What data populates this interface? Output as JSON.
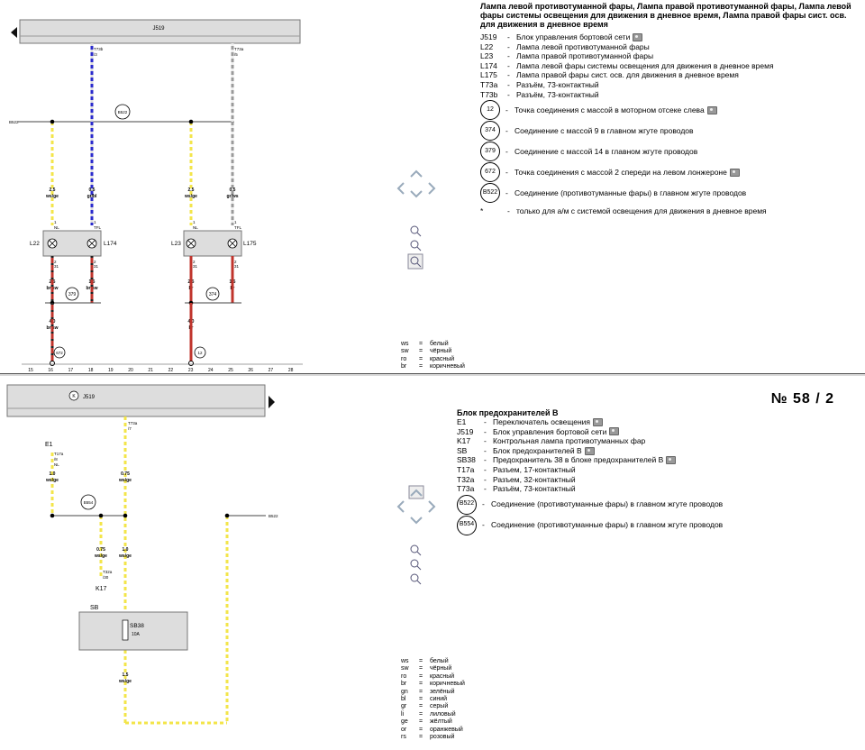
{
  "top": {
    "title": "Лампа левой противотуманной фары, Лампа правой противотуманной фары, Лампа левой фары системы освещения для движения в дневное время, Лампа правой фары сист. осв. для движения в дневное время",
    "unit_label": "J519",
    "legend": [
      {
        "code": "J519",
        "text": "Блок управления бортовой сети",
        "cam": true
      },
      {
        "code": "L22",
        "text": "Лампа левой противотуманной фары"
      },
      {
        "code": "L23",
        "text": "Лампа правой противотуманной фары"
      },
      {
        "code": "L174",
        "text": "Лампа левой фары системы освещения для движения в дневное время"
      },
      {
        "code": "L175",
        "text": "Лампа правой фары сист. осв. для движения в дневное время"
      },
      {
        "code": "T73a",
        "text": "Разъём, 73-контактный"
      },
      {
        "code": "T73b",
        "text": "Разъём, 73-контактный"
      }
    ],
    "circles": [
      {
        "code": "12",
        "text": "Точка соединения с массой в моторном отсеке слева",
        "cam": true
      },
      {
        "code": "374",
        "text": "Соединение с массой 9 в главном жгуте проводов"
      },
      {
        "code": "379",
        "text": "Соединение с массой 14 в главном жгуте проводов"
      },
      {
        "code": "672",
        "text": "Точка соединения с массой 2 спереди на левом лонжероне",
        "cam": true
      },
      {
        "code": "B522",
        "text": "Соединение (противотуманные фары) в главном жгуте проводов"
      }
    ],
    "note": {
      "mark": "*",
      "text": "только для а/м с системой освещения для движения в дневное время"
    },
    "colors": [
      {
        "k": "ws",
        "v": "белый"
      },
      {
        "k": "sw",
        "v": "чёрный"
      },
      {
        "k": "ro",
        "v": "красный"
      },
      {
        "k": "br",
        "v": "коричневый"
      }
    ],
    "wires": [
      {
        "gauge": "2.5",
        "color": "ws/ge"
      },
      {
        "gauge": "0.5",
        "color": "gr/bl"
      },
      {
        "gauge": "2.5",
        "color": "ws/ge"
      },
      {
        "gauge": "0.5",
        "color": "gr/ws"
      },
      {
        "gauge": "2.5",
        "color": "br/sw"
      },
      {
        "gauge": "1.5",
        "color": "br/sw"
      },
      {
        "gauge": "2.5",
        "color": "br"
      },
      {
        "gauge": "1.5",
        "color": "br"
      },
      {
        "gauge": "4.0",
        "color": "br/sw"
      },
      {
        "gauge": "4.0",
        "color": "br"
      }
    ],
    "pins": {
      "t73b": "T73b",
      "t73b_n": "/3",
      "t73a": "T73a",
      "t73a_n": "/5",
      "nl": "NL",
      "tfl": "TFL",
      "p1": "1",
      "p2": "2",
      "p31": "31",
      "b522": "B522"
    },
    "comps": {
      "l22": "L22",
      "l174": "L174",
      "l23": "L23",
      "l175": "L175",
      "c379": "379",
      "c374": "374",
      "c672": "672",
      "c12": "12"
    },
    "ruler": [
      "15",
      "16",
      "17",
      "18",
      "19",
      "20",
      "21",
      "22",
      "23",
      "24",
      "25",
      "26",
      "27",
      "28"
    ]
  },
  "bottom": {
    "page_number": "№ 58 / 2",
    "unit_label": "J519",
    "unit_k": "K",
    "title": "Блок предохранителей B",
    "legend": [
      {
        "code": "E1",
        "text": "Переключатель освещения",
        "cam": true
      },
      {
        "code": "J519",
        "text": "Блок управления бортовой сети",
        "cam": true
      },
      {
        "code": "K17",
        "text": "Контрольная лампа противотуманных фар"
      },
      {
        "code": "SB",
        "text": "Блок предохранителей B",
        "cam": true
      },
      {
        "code": "SB38",
        "text": "Предохранитель 38 в блоке предохранителей B",
        "cam": true
      },
      {
        "code": "T17a",
        "text": "Разъем, 17-контактный"
      },
      {
        "code": "T32a",
        "text": "Разъем, 32-контактный"
      },
      {
        "code": "T73a",
        "text": "Разъём, 73-контактный"
      }
    ],
    "circles": [
      {
        "code": "B522",
        "text": "Соединение (противотуманные фары) в главном жгуте проводов"
      },
      {
        "code": "B554",
        "text": "Соединение (противотуманные фары) в главном жгуте проводов"
      }
    ],
    "colors": [
      {
        "k": "ws",
        "v": "белый"
      },
      {
        "k": "sw",
        "v": "чёрный"
      },
      {
        "k": "ro",
        "v": "красный"
      },
      {
        "k": "br",
        "v": "коричневый"
      },
      {
        "k": "gn",
        "v": "зелёный"
      },
      {
        "k": "bl",
        "v": "синий"
      },
      {
        "k": "gr",
        "v": "серый"
      },
      {
        "k": "li",
        "v": "лиловый"
      },
      {
        "k": "ge",
        "v": "жёлтый"
      },
      {
        "k": "or",
        "v": "оранжевый"
      },
      {
        "k": "rs",
        "v": "розовый"
      }
    ],
    "wires": [
      {
        "gauge": "1.0",
        "color": "ws/ge"
      },
      {
        "gauge": "0.75",
        "color": "ws/ge"
      },
      {
        "gauge": "0.75",
        "color": "ws/ge"
      },
      {
        "gauge": "1.0",
        "color": "ws/ge"
      },
      {
        "gauge": "1.5",
        "color": "ws/ge"
      }
    ],
    "pins": {
      "t73a": "T73a",
      "t73a_n": "/7",
      "t17a": "T17a",
      "t17a_n": "/8",
      "nl": "NL",
      "t32a": "T32a",
      "t32a_n": "/30",
      "b554": "B554",
      "b522": "B522",
      "e1": "E1",
      "k17": "K17",
      "sb": "SB",
      "sb38": "SB38",
      "fuse": "10A"
    }
  },
  "colors_hex": {
    "yellow": "#f3e54a",
    "blue": "#2a2acc",
    "grey": "#9a9a9a",
    "red": "#c0342c",
    "dark": "#222222"
  }
}
